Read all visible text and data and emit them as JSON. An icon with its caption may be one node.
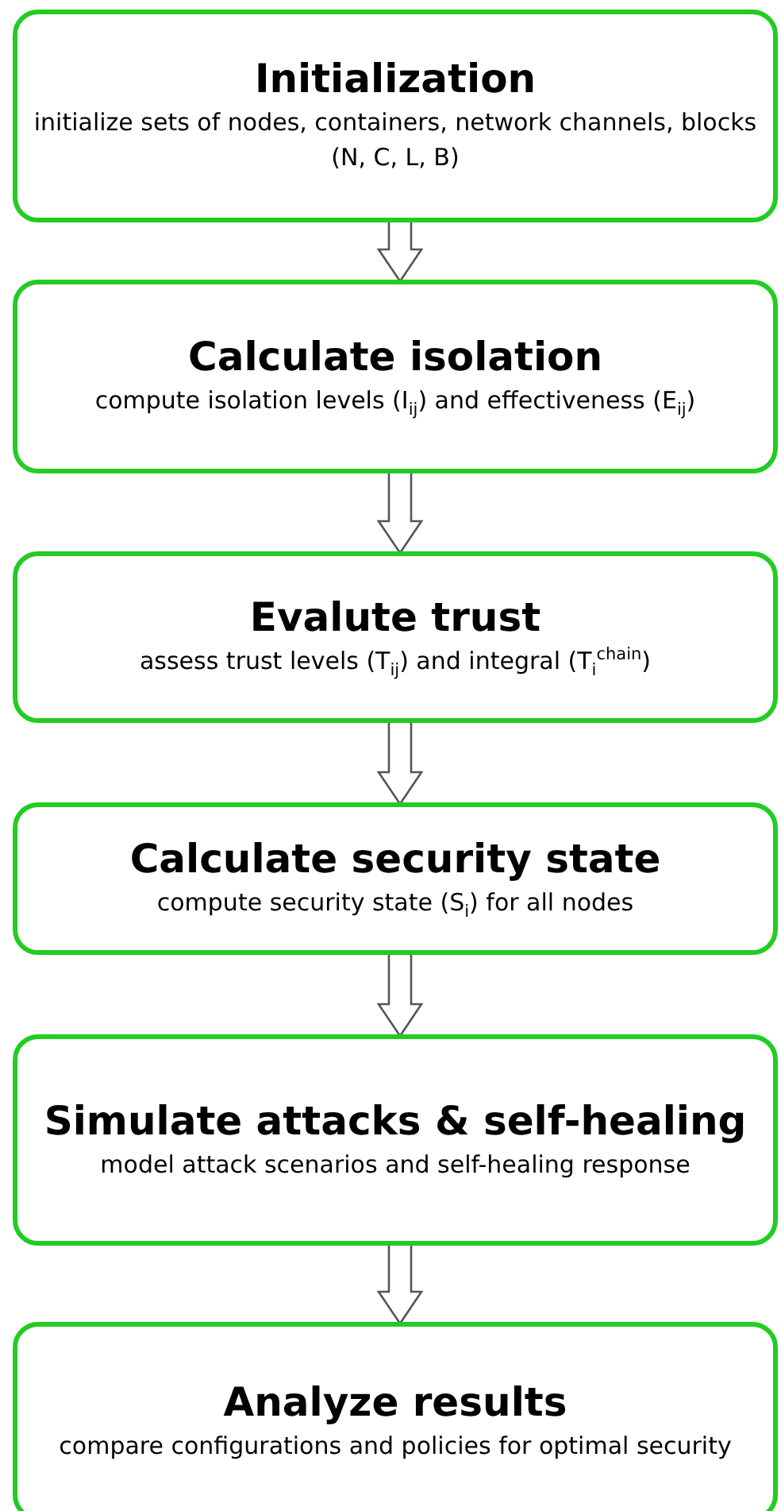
{
  "diagram": {
    "nodes": [
      {
        "text": [
          "Initialization",
          "initialize sets of nodes, containers, network channels, blocks (N, C, L, B)"
        ]
      },
      {
        "text": [
          "Calculate isolation",
          "compute isolation levels (I$_{ij}$) and effectiveness (E$_{ij}$)"
        ]
      },
      {
        "text": [
          "Evalute trust",
          "assess trust levels (T$_{ij}$) and integral (T$_{i}$$^{chain}$)"
        ]
      },
      {
        "text": [
          "Calculate security state",
          "compute security state (S$_{i}$) for all nodes"
        ]
      },
      {
        "text": [
          "Simulate attacks & self-healing",
          "model attack scenarios and self-healing response"
        ]
      },
      {
        "text": [
          "Analyze results",
          "compare configurations and policies for optimal security"
        ]
      }
    ],
    "edges": [
      {
        "from": 0,
        "to": 1,
        "arrow": "to"
      },
      {
        "from": 1,
        "to": 2,
        "arrow": "to"
      },
      {
        "from": 2,
        "to": 3,
        "arrow": "to"
      },
      {
        "from": 3,
        "to": 4,
        "arrow": "to"
      },
      {
        "from": 4,
        "to": 5,
        "arrow": "to"
      }
    ]
  }
}
